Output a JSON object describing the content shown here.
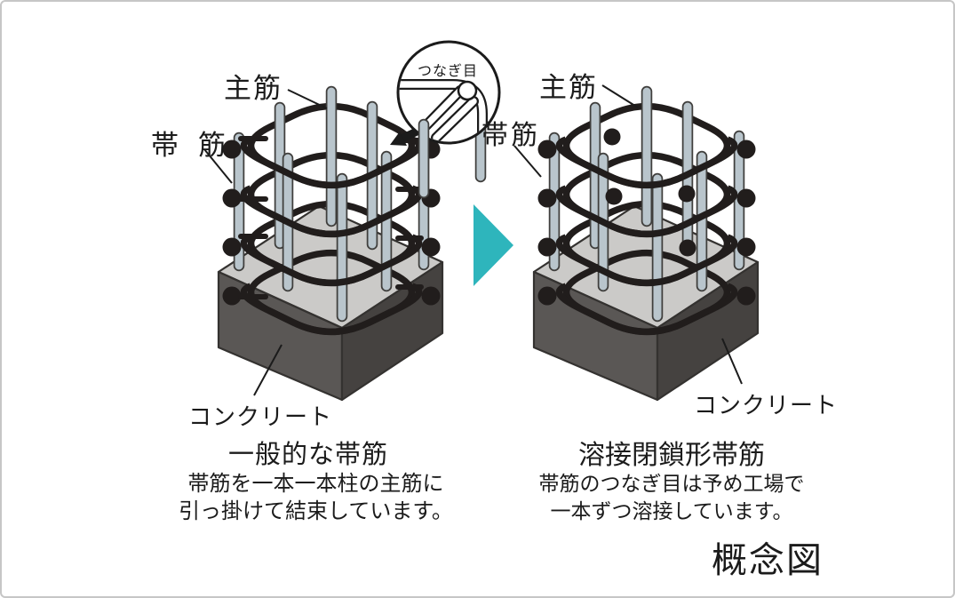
{
  "figure": {
    "magnifier": {
      "label": "つなぎ目"
    },
    "footer_note": "概念図",
    "left_column": {
      "main_bar_label": "主筋",
      "hoop_label": "帯筋",
      "concrete_label": "コンクリート",
      "title": "一般的な帯筋",
      "description": [
        "帯筋を一本一本柱の主筋に",
        "引っ掛けて結束しています。"
      ]
    },
    "right_column": {
      "main_bar_label": "主筋",
      "hoop_label": "帯筋",
      "concrete_label": "コンクリート",
      "title": "溶接閉鎖形帯筋",
      "description": [
        "帯筋のつなぎ目は予め工場で",
        "一本ずつ溶接しています。"
      ]
    },
    "colors": {
      "hoop": "#211d1c",
      "bar_fill": "#b9c5cc",
      "bar_stroke": "#3f3e3c",
      "base_top": "#cbcac8",
      "base_left": "#5a5755",
      "base_right": "#454240",
      "outline": "#343230",
      "arrow": "#2eb5bc",
      "ink": "#1b1b1b"
    }
  }
}
